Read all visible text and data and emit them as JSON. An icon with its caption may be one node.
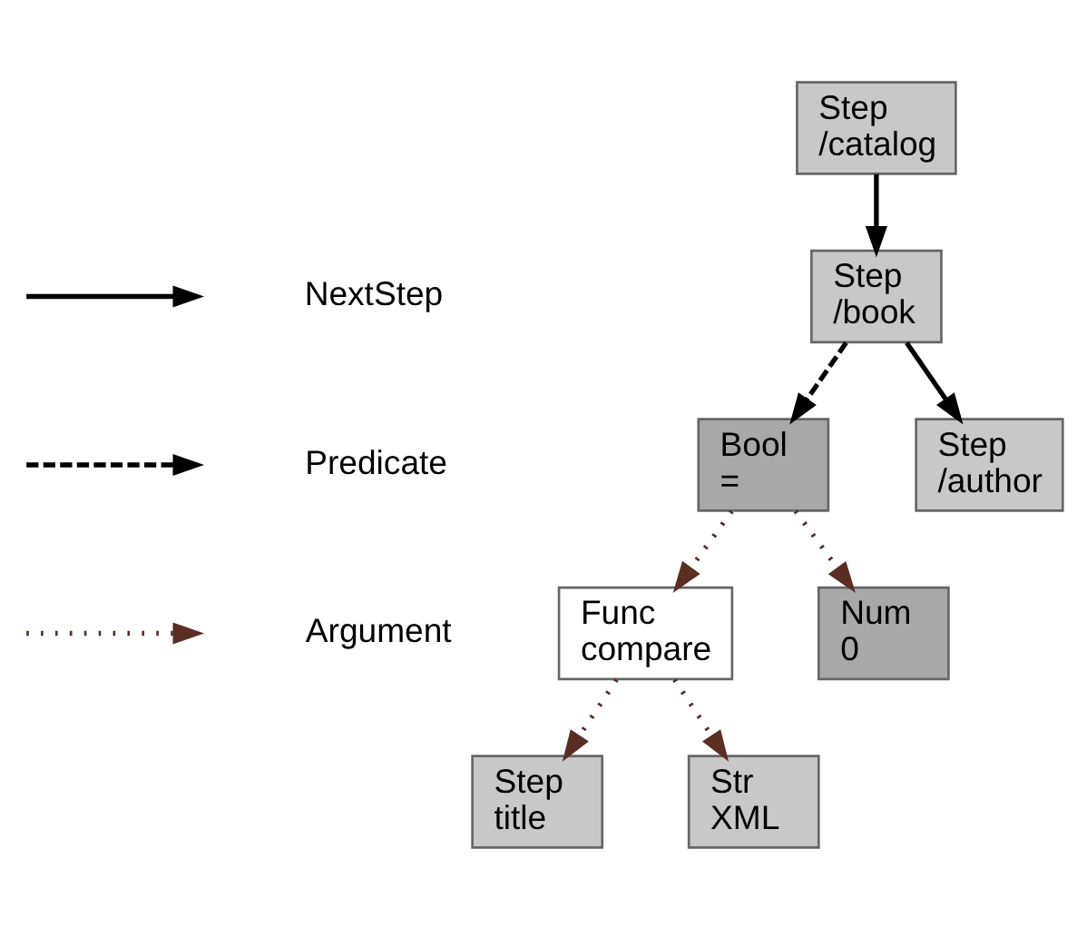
{
  "diagram": {
    "nodes": [
      {
        "text": [
          "Step",
          "/catalog"
        ]
      },
      {
        "text": [
          "Step",
          "/book"
        ]
      },
      {
        "text": [
          "Bool",
          "="
        ]
      },
      {
        "text": [
          "Step",
          "/author"
        ]
      },
      {
        "text": [
          "Func",
          "compare"
        ]
      },
      {
        "text": [
          "Num",
          "0"
        ]
      },
      {
        "text": [
          "Step",
          "title"
        ]
      },
      {
        "text": [
          "Str",
          "XML"
        ]
      }
    ],
    "edges": [
      {
        "from": 0,
        "to": 1,
        "arrow": "to"
      },
      {
        "from": 1,
        "to": 2,
        "arrow": "to",
        "style": "dashed"
      },
      {
        "from": 1,
        "to": 3,
        "arrow": "to"
      },
      {
        "from": 2,
        "to": 4,
        "arrow": "to",
        "style": "dashed",
        "color": "#5a2e22"
      },
      {
        "from": 2,
        "to": 5,
        "arrow": "to",
        "style": "dashed",
        "color": "#5a2e22"
      },
      {
        "from": 4,
        "to": 6,
        "arrow": "to",
        "style": "dashed",
        "color": "#5a2e22"
      },
      {
        "from": 4,
        "to": 7,
        "arrow": "to",
        "style": "dashed",
        "color": "#5a2e22"
      }
    ],
    "legend": [
      {
        "text": "NextStep"
      },
      {
        "text": "Predicate"
      },
      {
        "text": "Argument"
      }
    ]
  }
}
